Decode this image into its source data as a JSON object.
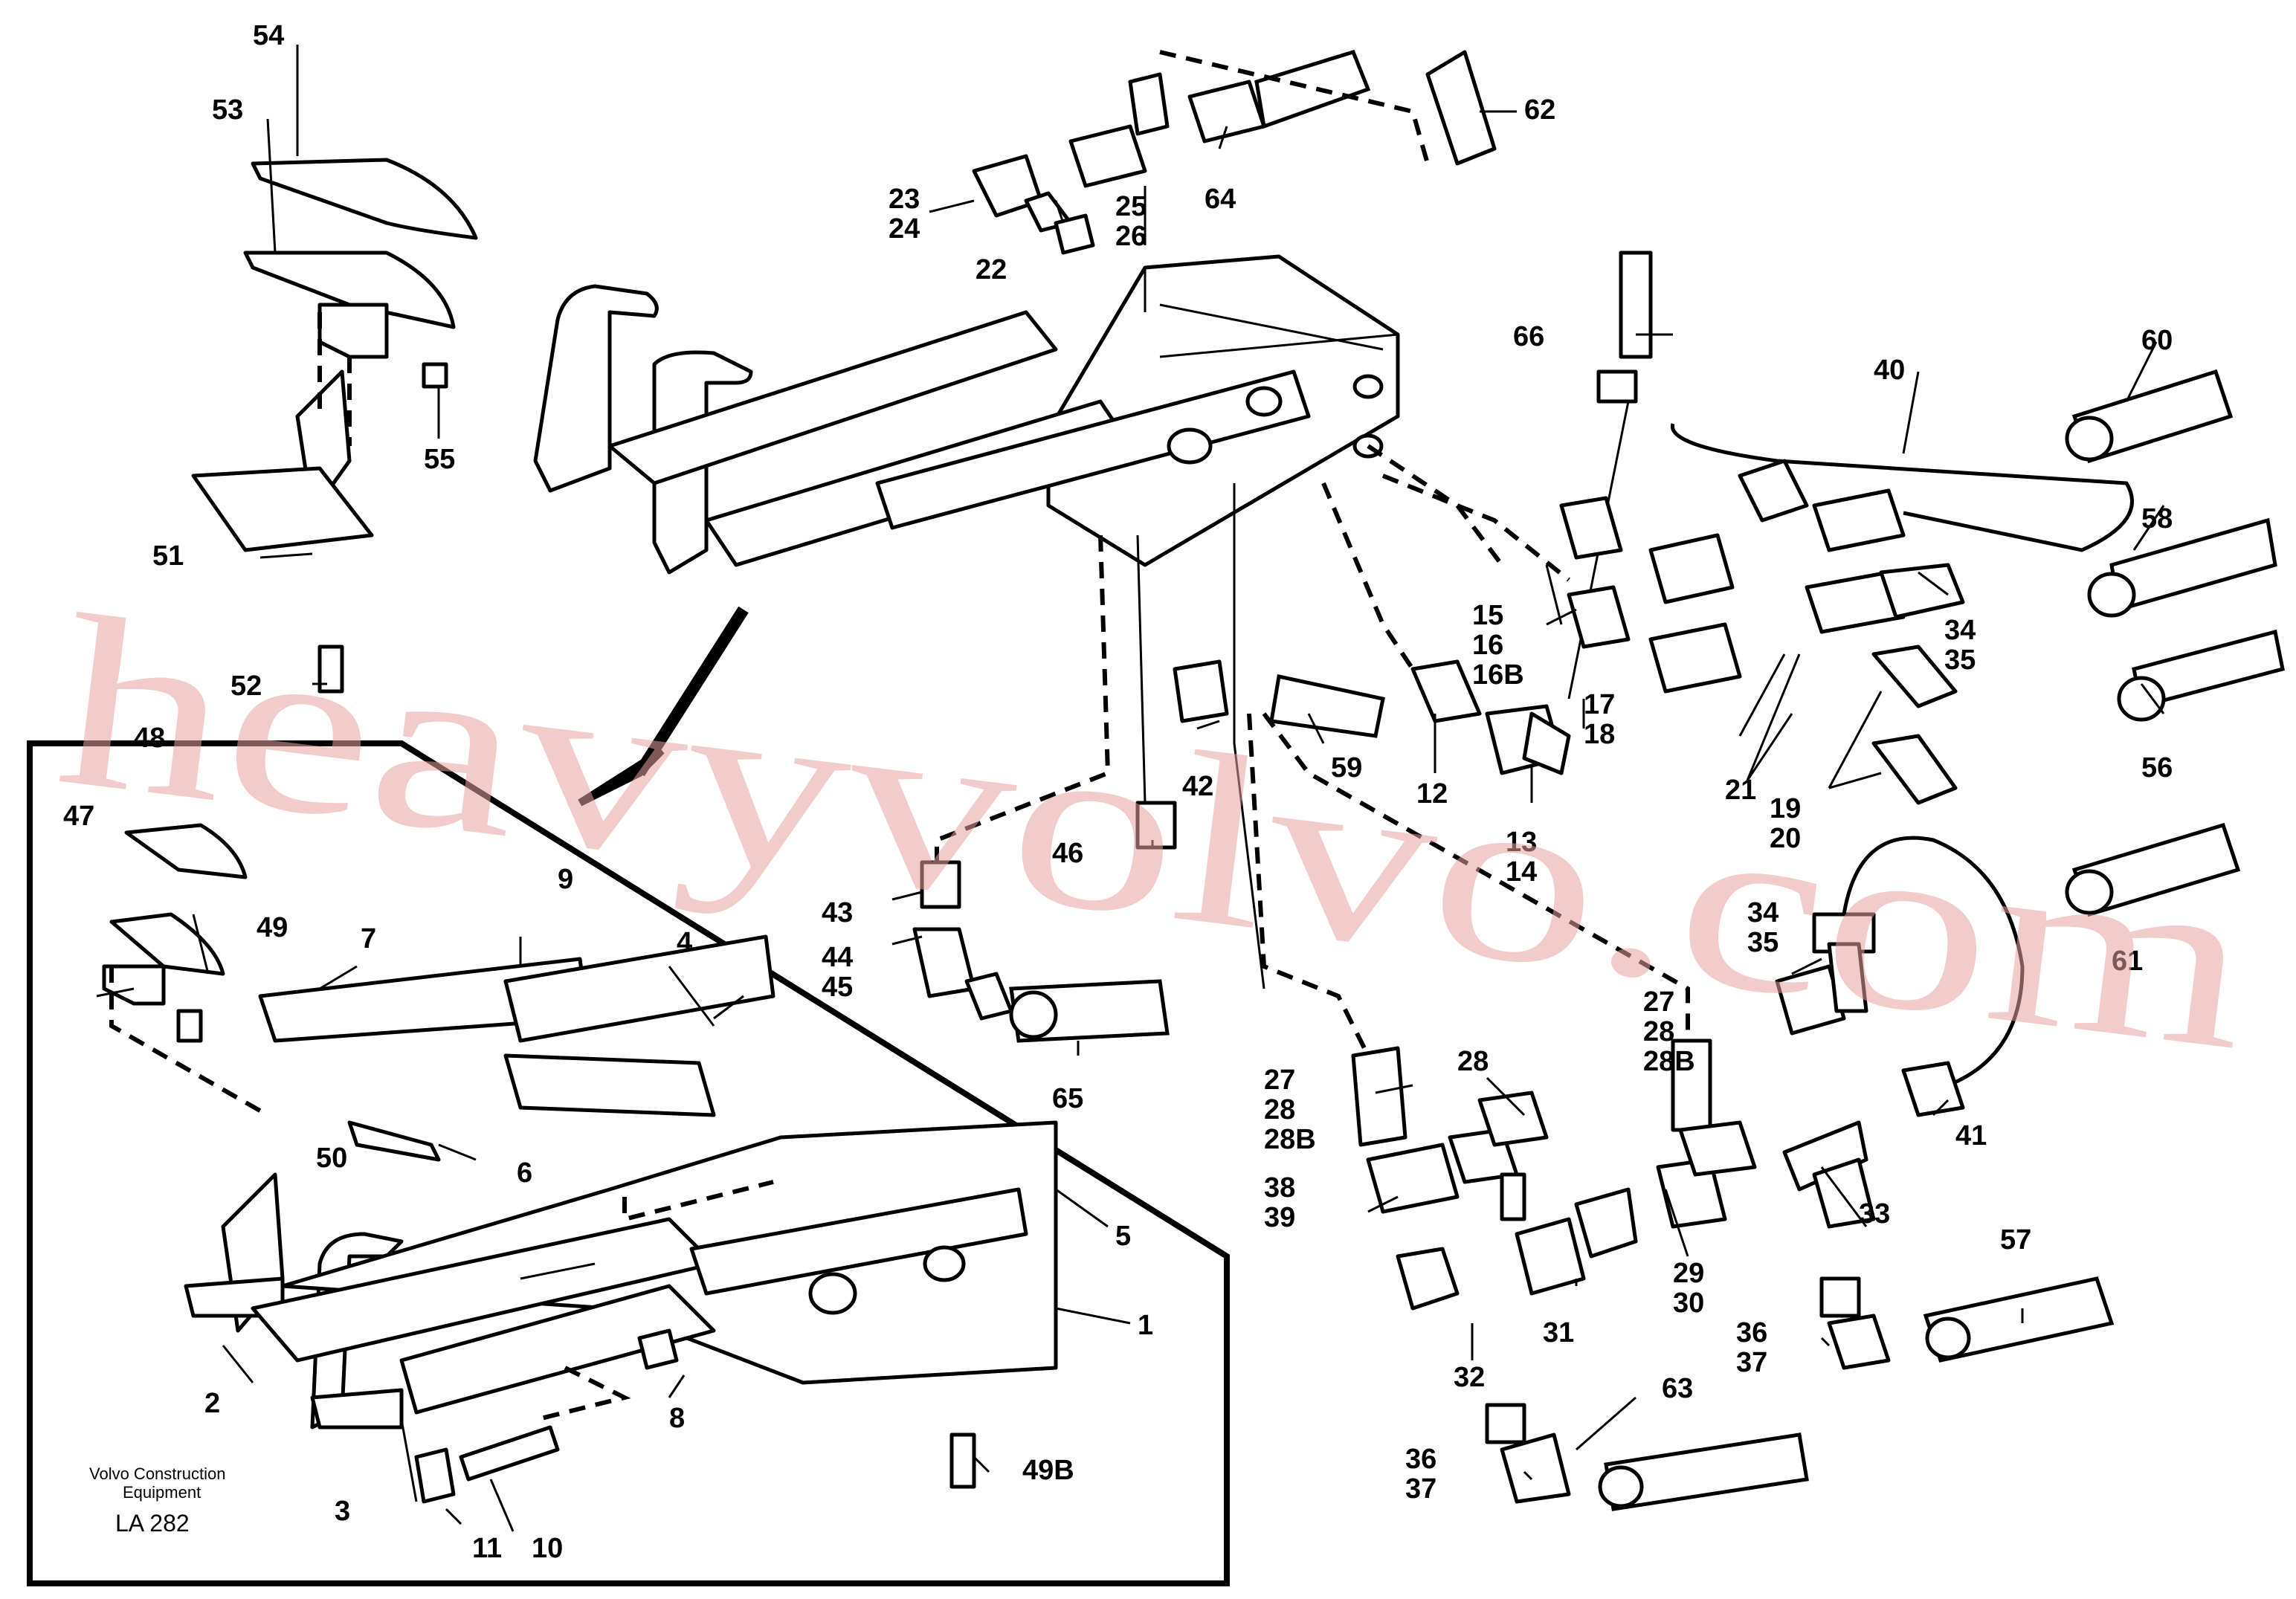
{
  "labels": {
    "l54": "54",
    "l53": "53",
    "l55": "55",
    "l51": "51",
    "l52": "52",
    "l23": "23",
    "l24": "24",
    "l25": "25",
    "l26": "26",
    "l22": "22",
    "l64": "64",
    "l62": "62",
    "l66": "66",
    "l60": "60",
    "l40": "40",
    "l58": "58",
    "l56": "56",
    "l15": "15",
    "l16": "16",
    "l16b": "16B",
    "l17": "17",
    "l18": "18",
    "l34a": "34",
    "l35a": "35",
    "l21": "21",
    "l19": "19",
    "l20": "20",
    "l42": "42",
    "l59": "59",
    "l12": "12",
    "l13": "13",
    "l14": "14",
    "l46": "46",
    "l43": "43",
    "l44": "44",
    "l45": "45",
    "l65": "65",
    "l34b": "34",
    "l35b": "35",
    "l61": "61",
    "l41": "41",
    "l27a": "27",
    "l28a": "28",
    "l28ba": "28B",
    "l27b": "27",
    "l28b": "28",
    "l28bb": "28B",
    "l28c": "28",
    "l38": "38",
    "l39": "39",
    "l29": "29",
    "l30": "30",
    "l33": "33",
    "l31": "31",
    "l32": "32",
    "l57": "57",
    "l36a": "36",
    "l37a": "37",
    "l63": "63",
    "l36b": "36",
    "l37b": "37",
    "l48": "48",
    "l47": "47",
    "l49": "49",
    "l9": "9",
    "l7": "7",
    "l4": "4",
    "l50": "50",
    "l6": "6",
    "l5": "5",
    "l1": "1",
    "l2": "2",
    "l8": "8",
    "l3": "3",
    "l11": "11",
    "l10": "10",
    "l49b": "49B"
  },
  "footer": {
    "company_line1": "Volvo Construction",
    "company_line2": "Equipment",
    "code": "LA 282"
  },
  "watermark": "heavyvolvo.com"
}
